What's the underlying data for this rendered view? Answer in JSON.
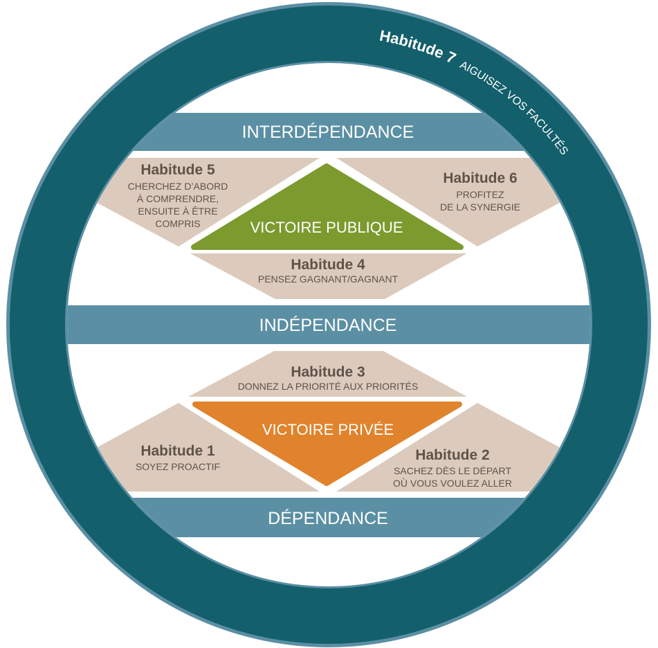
{
  "ring": {
    "habit7_title": "Habitude 7",
    "habit7_desc": "AIGUISEZ VOS FACULTÉS"
  },
  "bands": {
    "top": "INTERDÉPENDANCE",
    "middle": "INDÉPENDANCE",
    "bottom": "DÉPENDANCE"
  },
  "victories": {
    "public": "VICTOIRE PUBLIQUE",
    "private": "VICTOIRE PRIVÉE"
  },
  "habits": {
    "h5": {
      "title": "Habitude 5",
      "lines": [
        "CHERCHEZ D’ABORD",
        "À COMPRENDRE,",
        "ENSUITE À ÊTRE",
        "COMPRIS"
      ]
    },
    "h6": {
      "title": "Habitude 6",
      "lines": [
        "PROFITEZ",
        "DE LA SYNERGIE"
      ]
    },
    "h4": {
      "title": "Habitude 4",
      "lines": [
        "PENSEZ GAGNANT/GAGNANT"
      ]
    },
    "h3": {
      "title": "Habitude 3",
      "lines": [
        "DONNEZ LA PRIORITÉ AUX PRIORITÉS"
      ]
    },
    "h1": {
      "title": "Habitude 1",
      "lines": [
        "SOYEZ PROACTIF"
      ]
    },
    "h2": {
      "title": "Habitude 2",
      "lines": [
        "SACHEZ DÈS LE DÉPART",
        "OÙ VOUS VOULEZ ALLER"
      ]
    }
  },
  "colors": {
    "ring": "#135f6b",
    "ring_edge": "#5b8fa3",
    "band": "#5b8fa3",
    "tan": "#dccbbd",
    "green": "#7c9a2e",
    "orange": "#e0832c",
    "text": "#5e5249"
  }
}
